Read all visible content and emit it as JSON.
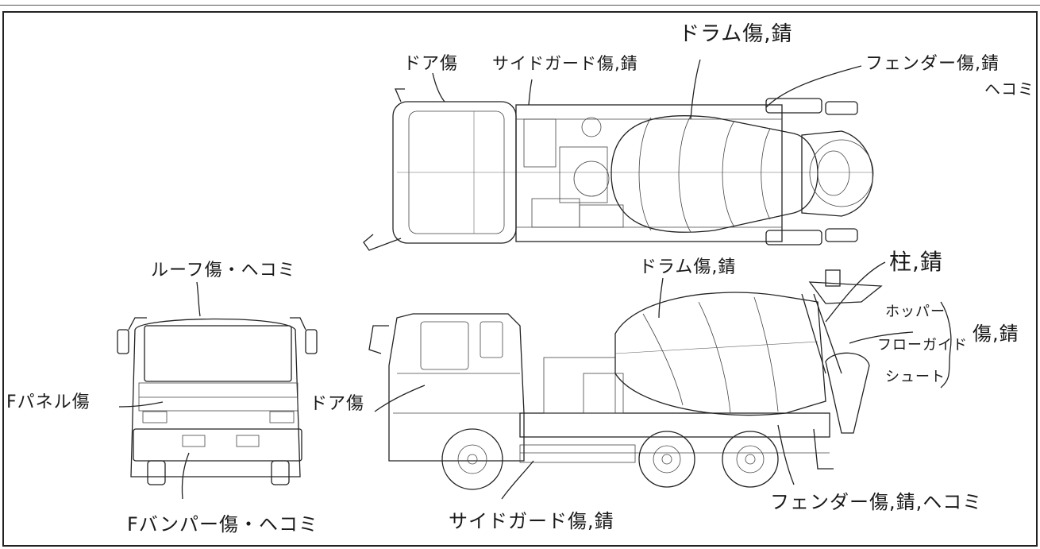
{
  "labels": {
    "door_top": "ドア傷",
    "side_guard_top": "サイドガード傷,錆",
    "drum_top": "ドラム傷,錆",
    "fender_top_line1": "フェンダー傷,錆",
    "fender_top_line2": "ヘコミ",
    "roof": "ルーフ傷・ヘコミ",
    "drum_side": "ドラム傷,錆",
    "pillar": "柱,錆",
    "hopper": "ホッパー",
    "flow_guide": "フローガイド",
    "chute": "シュート",
    "hopper_group": "傷,錆",
    "f_panel": "Fパネル傷",
    "door_side": "ドア傷",
    "f_bumper": "Fバンパー傷・ヘコミ",
    "side_guard_bottom": "サイドガード傷,錆",
    "fender_bottom": "フェンダー傷,錆,ヘコミ"
  }
}
